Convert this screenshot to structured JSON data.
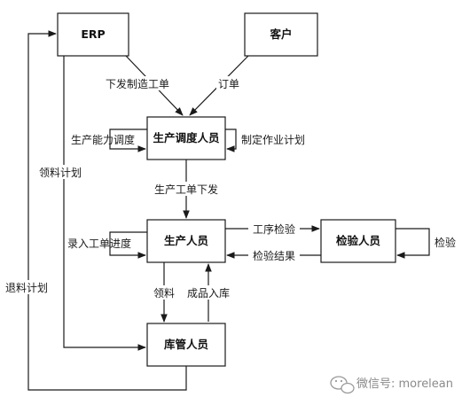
{
  "boxes": {
    "erp": "ERP",
    "customer": "客户",
    "dispatcher": "生产调度人员",
    "production": "生产人员",
    "inspector": "检验人员",
    "warehouse": "库管人员"
  },
  "flows": {
    "issue_work_order": "下发制造工单",
    "order": "订单",
    "capacity_scheduling": "生产能力调度",
    "make_work_plan": "制定作业计划",
    "material_request_plan": "领料计划",
    "return_material_plan": "退料计划",
    "production_order_issue": "生产工单下发",
    "enter_progress": "录入工单进度",
    "process_inspection": "工序检验",
    "inspection_result": "检验结果",
    "inspection": "检验",
    "pick_material": "领料",
    "finished_goods_in": "成品入库"
  },
  "watermark": {
    "text": "微信号: morelean"
  }
}
